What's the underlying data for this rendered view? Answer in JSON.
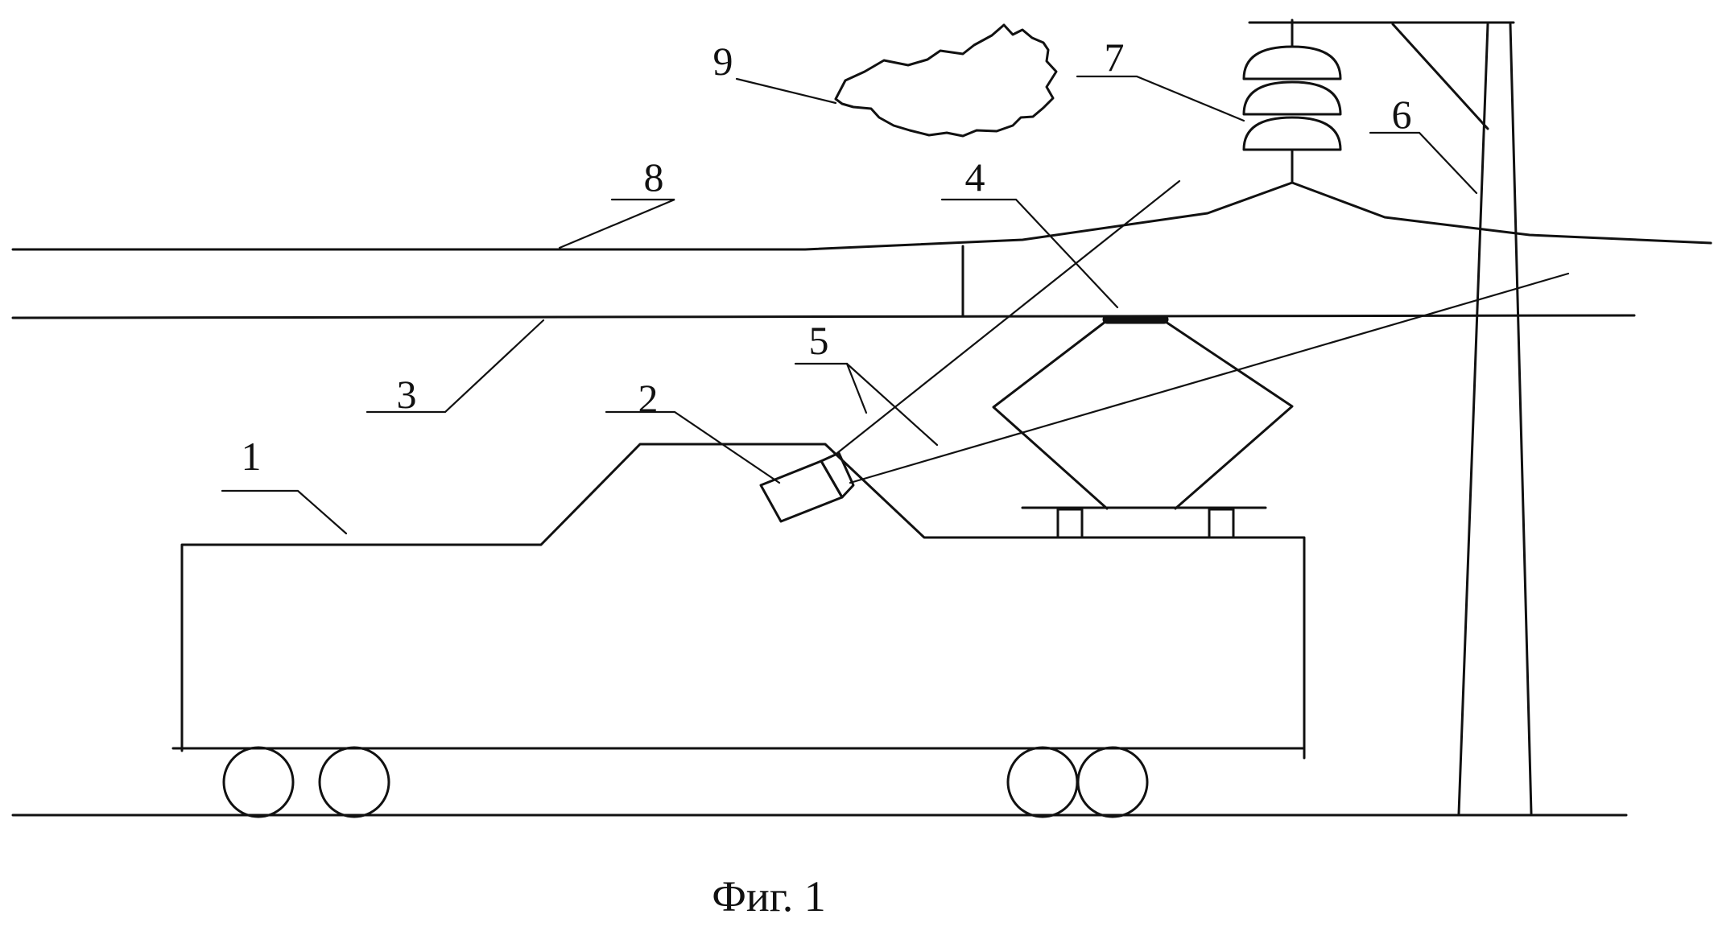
{
  "diagram": {
    "labels": [
      "1",
      "2",
      "3",
      "4",
      "5",
      "6",
      "7",
      "8",
      "9"
    ],
    "caption": "Фиг. 1"
  }
}
